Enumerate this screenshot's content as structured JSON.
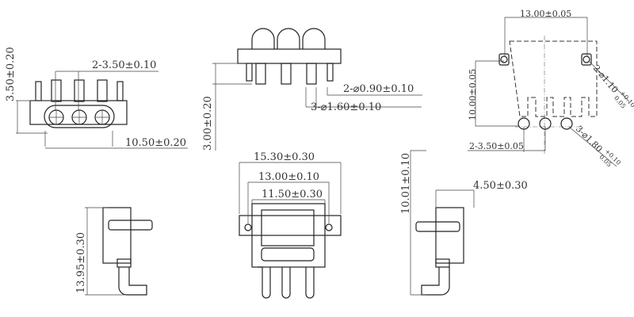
{
  "dimensions": {
    "front_height": "3.50±0.20",
    "front_pitch": "2-3.50±0.10",
    "front_width": "10.50±0.20",
    "top_height": "3.00±0.20",
    "top_pin_dia": "2-⌀0.90±0.10",
    "top_contact_dia": "3-⌀1.60±0.10",
    "pcb_width": "13.00±0.05",
    "pcb_height": "10.00±0.05",
    "pcb_mount_hole": "2-⌀1.10",
    "pcb_mount_hole_tol_upper": "+0.10",
    "pcb_mount_hole_tol_lower": "0.05",
    "pcb_pitch": "2-3.50±0.05",
    "pcb_contact_hole": "3-⌀1.80",
    "pcb_contact_hole_tol_upper": "+0.10",
    "pcb_contact_hole_tol_lower": "0.05",
    "bottom_overall_width": "15.30±0.30",
    "bottom_hole_span": "13.00±0.10",
    "bottom_body_width": "11.50±0.30",
    "left_side_height": "13.95±0.30",
    "right_side_height": "10.01±0.10",
    "right_side_depth": "4.50±0.30"
  }
}
